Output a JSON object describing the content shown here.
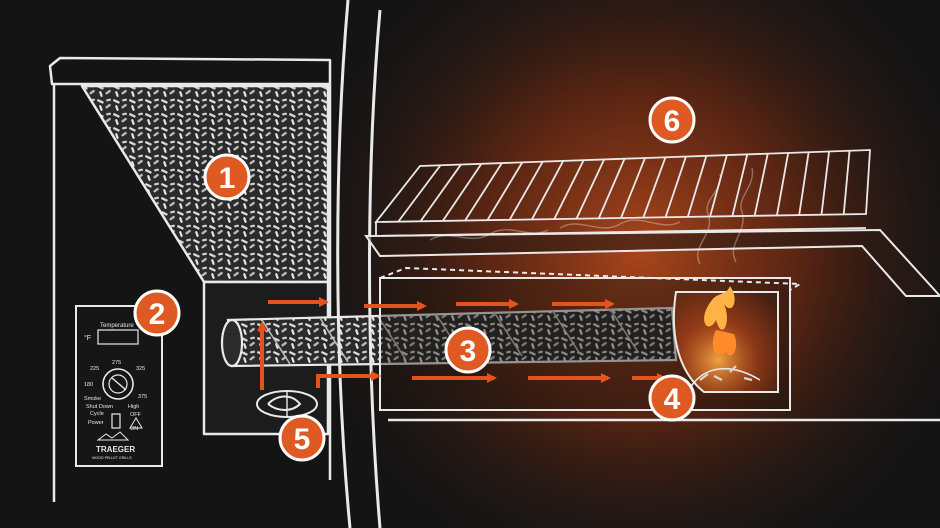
{
  "diagram": {
    "badges": [
      {
        "id": "badge-1",
        "label": "1"
      },
      {
        "id": "badge-2",
        "label": "2"
      },
      {
        "id": "badge-3",
        "label": "3"
      },
      {
        "id": "badge-4",
        "label": "4"
      },
      {
        "id": "badge-5",
        "label": "5"
      },
      {
        "id": "badge-6",
        "label": "6"
      }
    ],
    "control_panel": {
      "unit": "°F",
      "heading": "Temperature",
      "dial_marks": [
        "275",
        "225",
        "325",
        "180",
        "375",
        "Smoke",
        "High"
      ],
      "shutdown_line1": "Shut Down",
      "shutdown_line2": "Cycle",
      "off_label": "OFF",
      "power_label": "Power",
      "on_label": "ON",
      "brand": "TRAEGER",
      "tagline": "WOOD PELLET GRILLS"
    },
    "colors": {
      "background": "#141414",
      "chalk": "#e9e9e9",
      "badge_fill": "#de5a22",
      "arrow": "#e2531d",
      "glow": "#a8401a"
    }
  }
}
